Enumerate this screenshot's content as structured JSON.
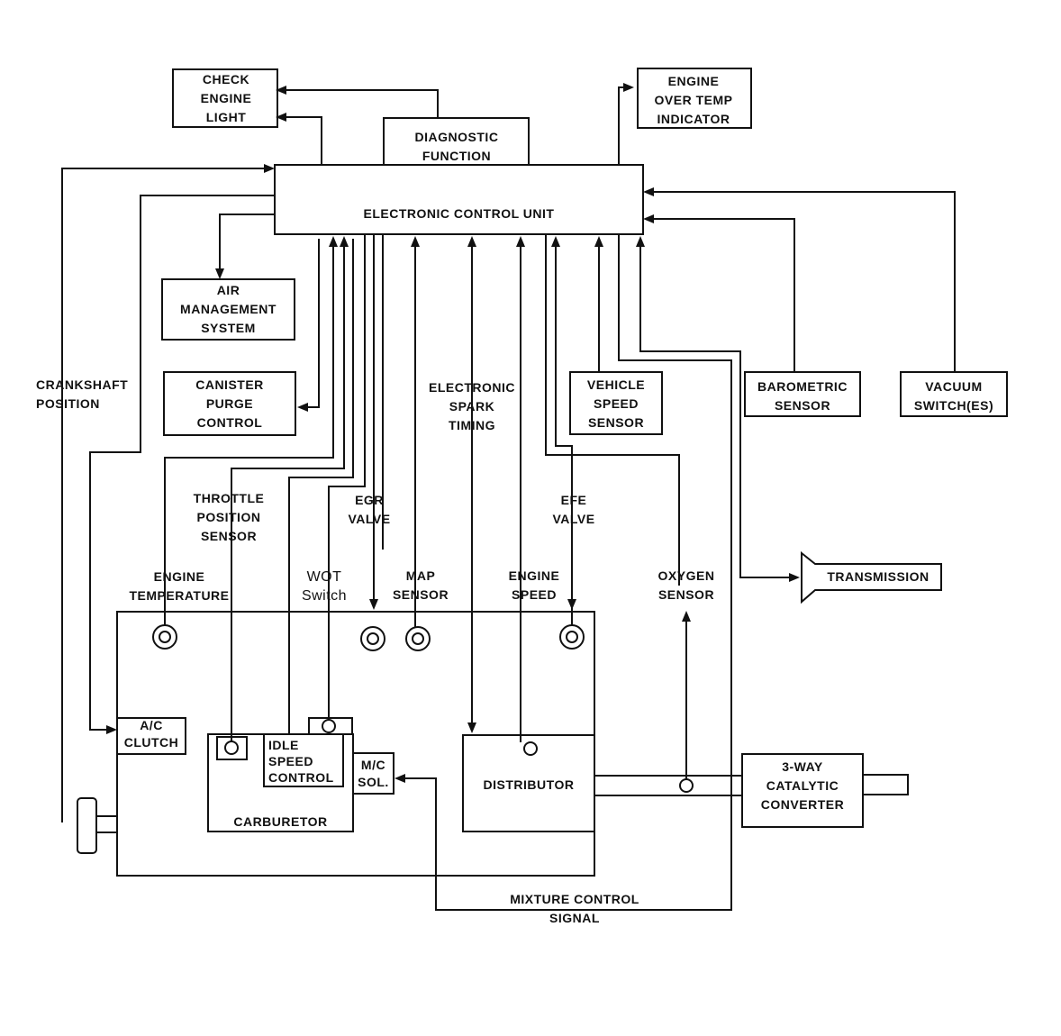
{
  "labels": {
    "check_engine_light": "CHECK\nENGINE\nLIGHT",
    "diagnostic_function": "DIAGNOSTIC\nFUNCTION",
    "engine_over_temp": "ENGINE\nOVER TEMP\nINDICATOR",
    "ecu": "ELECTRONIC CONTROL UNIT",
    "air_management": "AIR\nMANAGEMENT\nSYSTEM",
    "canister_purge": "CANISTER\nPURGE\nCONTROL",
    "crankshaft_position": "CRANKSHAFT\nPOSITION",
    "electronic_spark_timing": "ELECTRONIC\nSPARK\nTIMING",
    "vehicle_speed_sensor": "VEHICLE\nSPEED\nSENSOR",
    "barometric_sensor": "BAROMETRIC\nSENSOR",
    "vacuum_switches": "VACUUM\nSWITCH(ES)",
    "throttle_position_sensor": "THROTTLE\nPOSITION\nSENSOR",
    "egr_valve": "EGR\nVALVE",
    "efe_valve": "EFE\nVALVE",
    "engine_temperature": "ENGINE\nTEMPERATURE",
    "wot_switch": "WOT\nSwitch",
    "map_sensor": "MAP\nSENSOR",
    "engine_speed": "ENGINE\nSPEED",
    "oxygen_sensor": "OXYGEN\nSENSOR",
    "transmission": "TRANSMISSION",
    "ac_clutch": "A/C\nCLUTCH",
    "idle_speed_control": "IDLE\nSPEED\nCONTROL",
    "mc_sol": "M/C\nSOL.",
    "carburetor": "CARBURETOR",
    "distributor": "DISTRIBUTOR",
    "catalytic_converter": "3-WAY\nCATALYTIC\nCONVERTER",
    "mixture_control_signal": "MIXTURE CONTROL\nSIGNAL"
  }
}
